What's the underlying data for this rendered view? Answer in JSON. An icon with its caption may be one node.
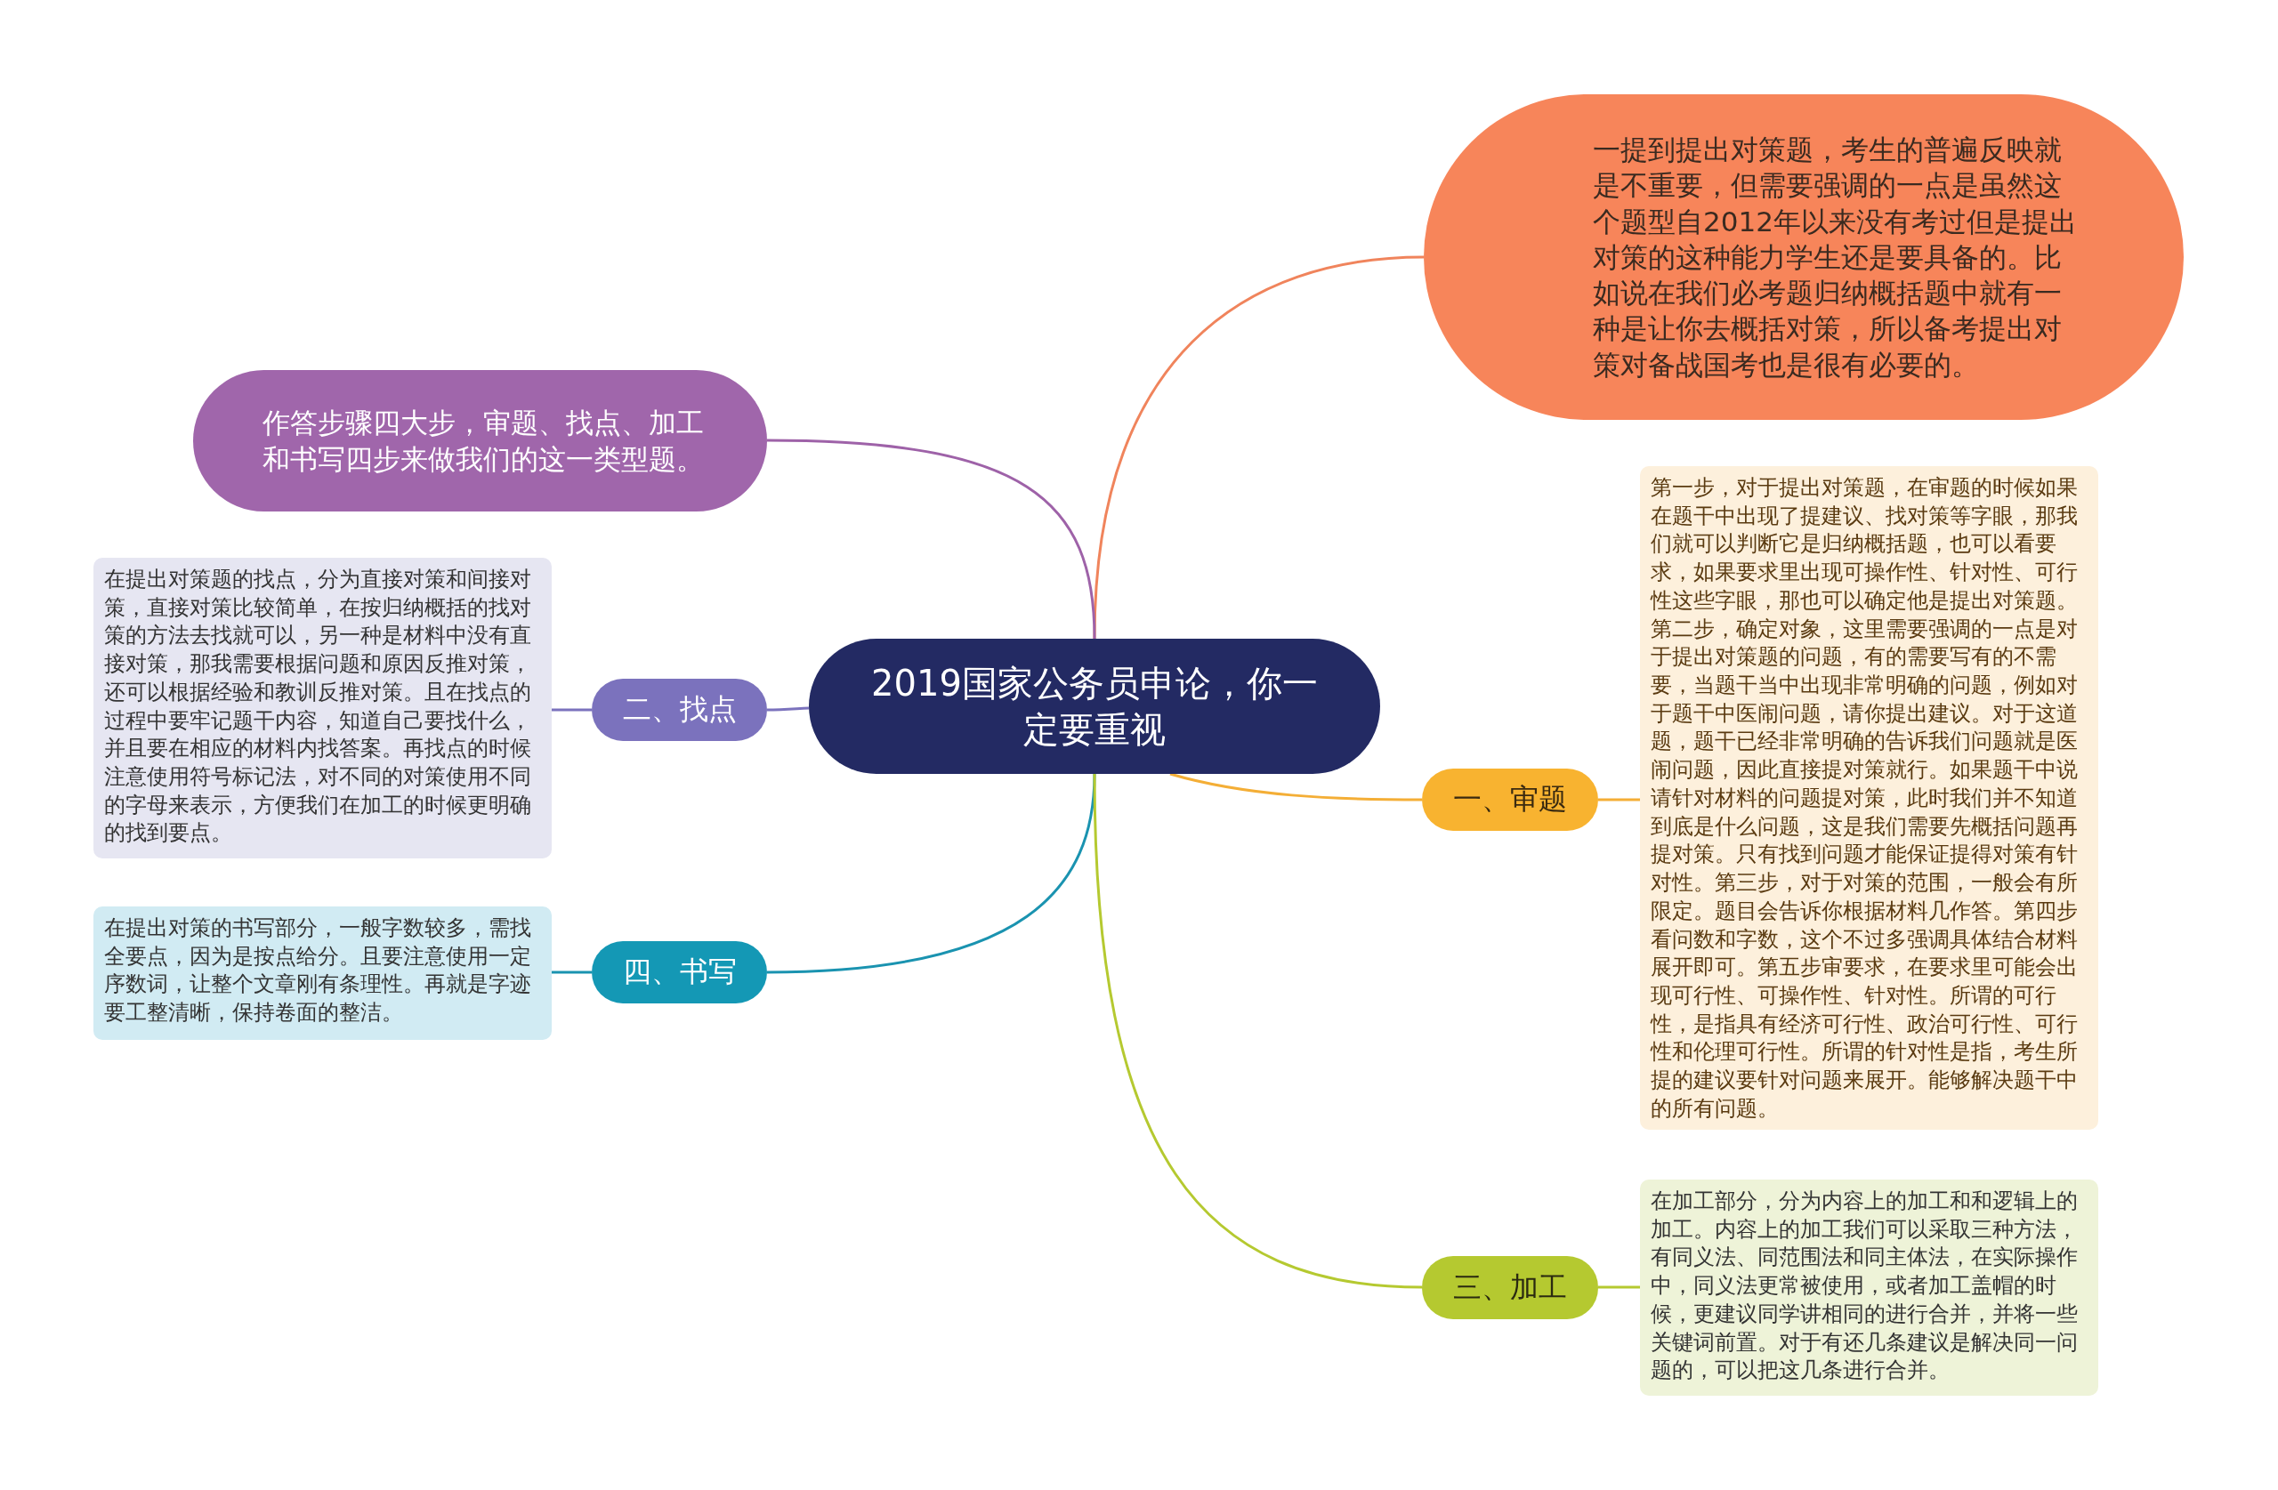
{
  "diagram": {
    "nodes": [
      {
        "text": [
          "2019国家公务员申论，你一定要重视"
        ]
      },
      {
        "text": [
          "一提到提出对策题，考生的普遍反映就是不重要，但需要强调的一点是虽然这个题型自2012年以来没有考过但是提出对策的这种能力学生还是要具备的。比如说在我们必考题归纳概括题中就有一种是让你去概括对策，所以备考提出对策对备战国考也是很有必要的。"
        ]
      },
      {
        "text": [
          "作答步骤四大步，审题、找点、加工和书写四步来做我们的这一类型题。"
        ]
      },
      {
        "text": [
          "二、找点"
        ]
      },
      {
        "text": [
          "在提出对策题的找点，分为直接对策和间接对策，直接对策比较简单，在按归纳概括的找对策的方法去找就可以，另一种是材料中没有直接对策，那我需要根据问题和原因反推对策，还可以根据经验和教训反推对策。且在找点的过程中要牢记题干内容，知道自己要找什么，并且要在相应的材料内找答案。再找点的时候注意使用符号标记法，对不同的对策使用不同的字母来表示，方便我们在加工的时候更明确的找到要点。"
        ]
      },
      {
        "text": [
          "四、书写"
        ]
      },
      {
        "text": [
          "在提出对策的书写部分，一般字数较多，需找全要点，因为是按点给分。且要注意使用一定序数词，让整个文章刚有条理性。再就是字迹要工整清晰，保持卷面的整洁。"
        ]
      },
      {
        "text": [
          "一、审题"
        ]
      },
      {
        "text": [
          "第一步，对于提出对策题，在审题的时候如果在题干中出现了提建议、找对策等字眼，那我们就可以判断它是归纳概括题，也可以看要求，如果要求里出现可操作性、针对性、可行性这些字眼，那也可以确定他是提出对策题。第二步，确定对象，这里需要强调的一点是对于提出对策题的问题，有的需要写有的不需要，当题干当中出现非常明确的问题，例如对于题干中医闹问题，请你提出建议。对于这道题，题干已经非常明确的告诉我们问题就是医闹问题，因此直接提对策就行。如果题干中说请针对材料的问题提对策，此时我们并不知道到底是什么问题，这是我们需要先概括问题再提对策。只有找到问题才能保证提得对策有针对性。第三步，对于对策的范围，一般会有所限定。题目会告诉你根据材料几作答。第四步看问数和字数，这个不过多强调具体结合材料展开即可。第五步审要求，在要求里可能会出现可行性、可操作性、针对性。所谓的可行性，是指具有经济可行性、政治可行性、可行性和伦理可行性。所谓的针对性是指，考生所提的建议要针对问题来展开。能够解决题干中的所有问题。"
        ]
      },
      {
        "text": [
          "三、加工"
        ]
      },
      {
        "text": [
          "在加工部分，分为内容上的加工和和逻辑上的加工。内容上的加工我们可以采取三种方法，有同义法、同范围法和同主体法，在实际操作中，同义法更常被使用，或者加工盖帽的时候，更建议同学讲相同的进行合并，并将一些关键词前置。对于有还几条建议是解决同一问题的，可以把这几条进行合并。"
        ]
      }
    ],
    "edges": [
      {
        "from": 0,
        "to": 1,
        "arrow": "none",
        "color": "#f0845c"
      },
      {
        "from": 0,
        "to": 2,
        "arrow": "none",
        "color": "#9e62a8"
      },
      {
        "from": 0,
        "to": 3,
        "arrow": "none",
        "color": "#7b72bd"
      },
      {
        "from": 3,
        "to": 4,
        "arrow": "none",
        "color": "#7b72bd"
      },
      {
        "from": 0,
        "to": 5,
        "arrow": "none",
        "color": "#1a93b0"
      },
      {
        "from": 5,
        "to": 6,
        "arrow": "none",
        "color": "#1a93b0"
      },
      {
        "from": 0,
        "to": 7,
        "arrow": "none",
        "color": "#f4ae36"
      },
      {
        "from": 7,
        "to": 8,
        "arrow": "none",
        "color": "#f4ae36"
      },
      {
        "from": 0,
        "to": 9,
        "arrow": "none",
        "color": "#b5c930"
      },
      {
        "from": 9,
        "to": 10,
        "arrow": "none",
        "color": "#b5c930"
      }
    ]
  }
}
